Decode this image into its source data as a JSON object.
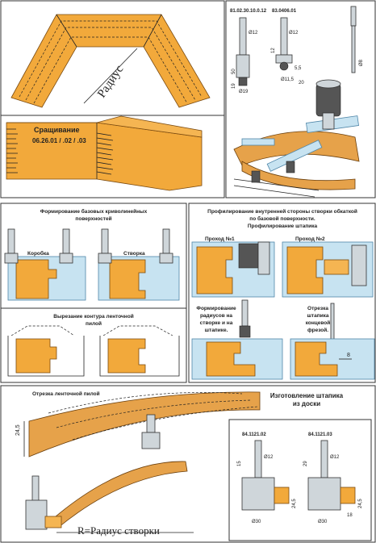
{
  "arch": {
    "radius_label": "Радиус"
  },
  "splice": {
    "title": "Сращивание",
    "codes": "06.26.01 / .02 / .03"
  },
  "cutters_top": {
    "code1": "81.02.30.10.0.12",
    "code2": "83.0406.01",
    "d1": "Ø12",
    "d2": "Ø12",
    "d3": "Ø19",
    "d4": "Ø11,5",
    "h1": "50",
    "h2": "19",
    "h3": "12",
    "h4": "5,5",
    "h5": "20",
    "d5": "Ø8"
  },
  "formation": {
    "title_line1": "Формирование базовых криволинейных",
    "title_line2": "поверхностей",
    "box_label": "Коробка",
    "sash_label": "Створка"
  },
  "band_saw_contour": {
    "title_line1": "Вырезание контура ленточной",
    "title_line2": "пилой"
  },
  "profiling": {
    "title_line1": "Профилирование внутренней стороны створки обкаткой",
    "title_line2": "по базовой поверхности.",
    "title_line3": "Профилирование штапика",
    "pass1": "Проход №1",
    "pass2": "Проход №2"
  },
  "radius_form": {
    "line1": "Формирование",
    "line2": "радиусов на",
    "line3": "створке и на",
    "line4": "штапике."
  },
  "end_cut": {
    "line1": "Отрезка",
    "line2": "штапика",
    "line3": "концевой",
    "line4": "фрезой.",
    "dim": "8"
  },
  "bead_cut": {
    "title": "Отрезка ленточной пилой",
    "dim": "24,5"
  },
  "bead_make": {
    "title_line1": "Изготовление штапика",
    "title_line2": "из доски"
  },
  "cutters_bottom": {
    "code1": "84.1121.02",
    "code2": "84.1121.03",
    "d1": "Ø12",
    "d2": "Ø12",
    "d3": "Ø30",
    "d4": "Ø30",
    "h1": "15",
    "h2": "29",
    "h3": "24,5",
    "h4": "24,5",
    "h5": "18"
  },
  "sash_radius": {
    "label": "R=Радиус створки"
  }
}
